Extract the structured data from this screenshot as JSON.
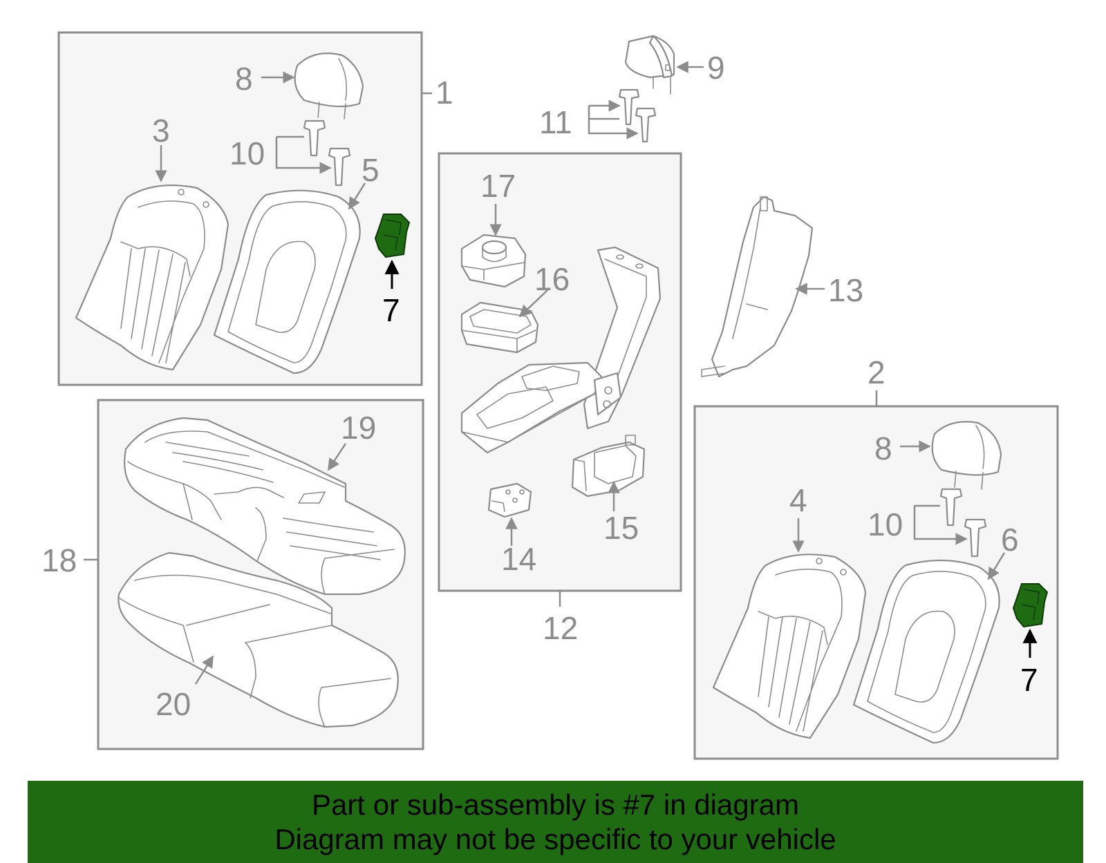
{
  "colors": {
    "line": "#8c8c8c",
    "highlight_part": "#1f6b12",
    "highlight_label": "#000000",
    "banner_bg": "#1f6b12",
    "panel_bg": "#f6f6f6"
  },
  "callouts": {
    "c1": "1",
    "c2": "2",
    "c3": "3",
    "c4": "4",
    "c5": "5",
    "c6": "6",
    "c7": "7",
    "c8": "8",
    "c9": "9",
    "c10": "10",
    "c11": "11",
    "c12": "12",
    "c13": "13",
    "c14": "14",
    "c15": "15",
    "c16": "16",
    "c17": "17",
    "c18": "18",
    "c19": "19",
    "c20": "20"
  },
  "banner": {
    "line1": "Part or sub-assembly is #7 in diagram",
    "line2": "Diagram may not be specific to your vehicle"
  }
}
